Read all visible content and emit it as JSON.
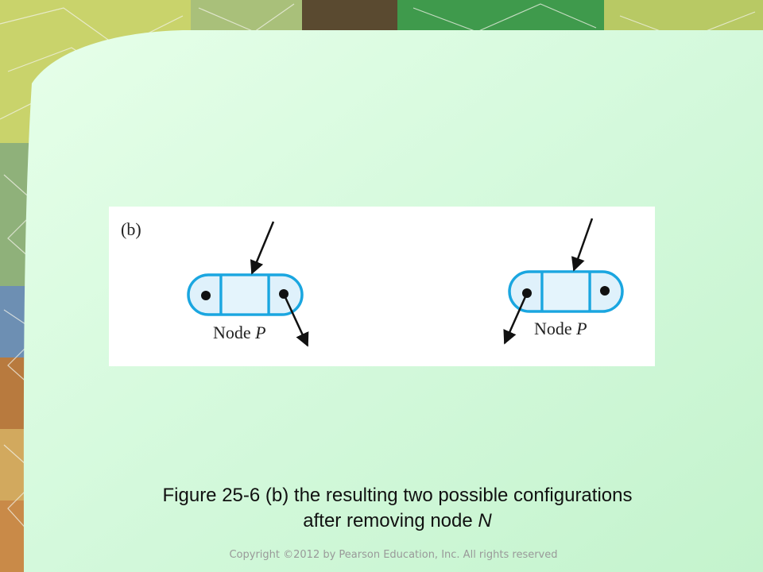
{
  "figure": {
    "panel_label": "(b)",
    "nodes": [
      {
        "label": "Node ",
        "label_var": "P"
      },
      {
        "label": "Node ",
        "label_var": "P"
      }
    ]
  },
  "caption": {
    "line1": "Figure 25-6 (b) the resulting two possible configurations",
    "line2_prefix": "after removing node ",
    "line2_var": "N"
  },
  "footer": {
    "copyright": "Copyright ©2012 by Pearson Education, Inc. All rights reserved"
  },
  "colors": {
    "slide_green": "#d6fadf",
    "node_stroke": "#1aa6e0",
    "node_fill": "#dff1fb"
  }
}
